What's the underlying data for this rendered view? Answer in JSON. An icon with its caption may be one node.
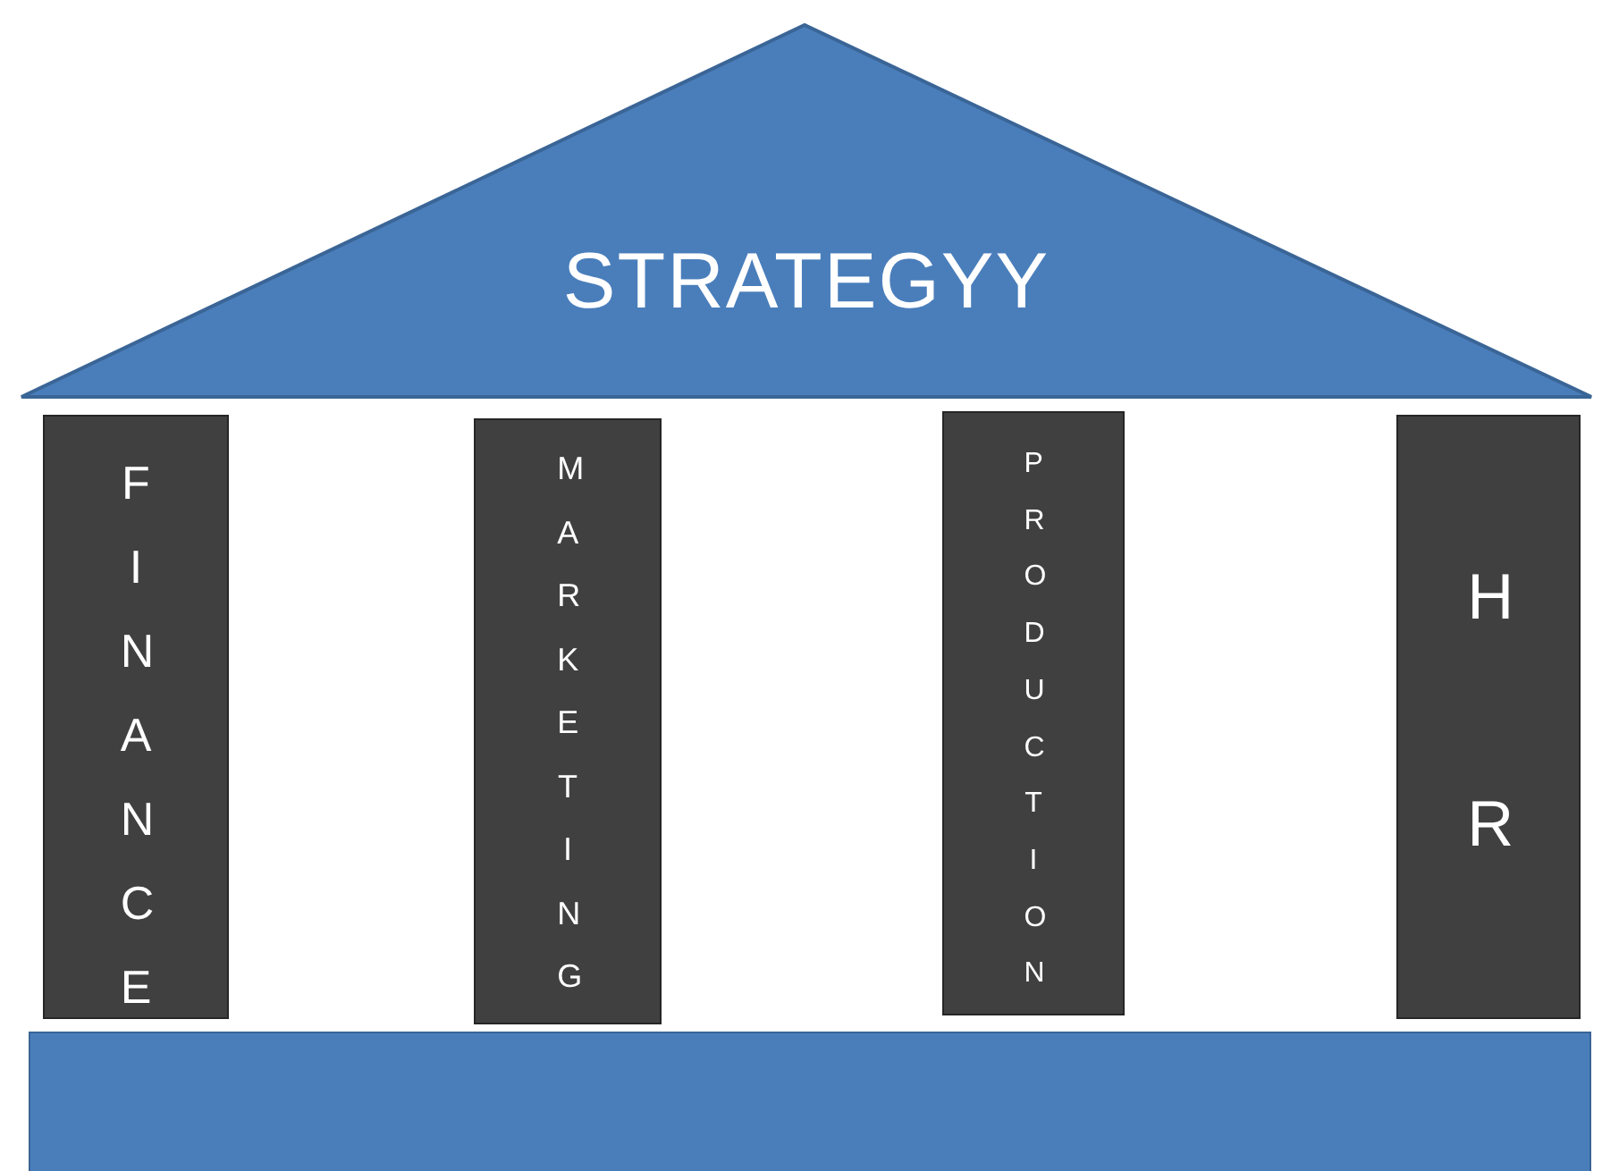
{
  "diagram": {
    "nodes": [
      {
        "text": [
          "STRATEGYY"
        ]
      },
      {
        "text": [
          "FINANCE"
        ]
      },
      {
        "text": [
          "MARKETING"
        ]
      },
      {
        "text": [
          "PRODUCTION"
        ]
      },
      {
        "text": [
          "HR"
        ]
      },
      {
        "text": [],
        "shape": "bar"
      }
    ]
  }
}
